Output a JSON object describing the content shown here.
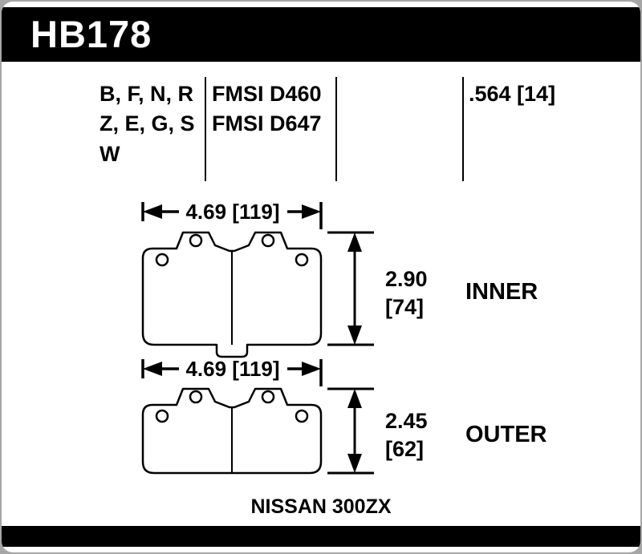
{
  "header": {
    "part_number": "HB178"
  },
  "spec_table": {
    "compound_rows": [
      "B, F, N, R",
      "Z, E, G, S",
      "W"
    ],
    "fmsi_rows": [
      "FMSI D460",
      "FMSI D647"
    ],
    "pad_thickness": ".564 [14]"
  },
  "diagram": {
    "inner": {
      "width": "4.69 [119]",
      "height_in": "2.90",
      "height_mm": "[74]",
      "label": "INNER"
    },
    "outer": {
      "width": "4.69 [119]",
      "height_in": "2.45",
      "height_mm": "[62]",
      "label": "OUTER"
    }
  },
  "footer": {
    "vehicle": "NISSAN 300ZX"
  },
  "colors": {
    "ink": "#000000",
    "paper": "#ffffff",
    "surround": "#a6a6a6"
  }
}
